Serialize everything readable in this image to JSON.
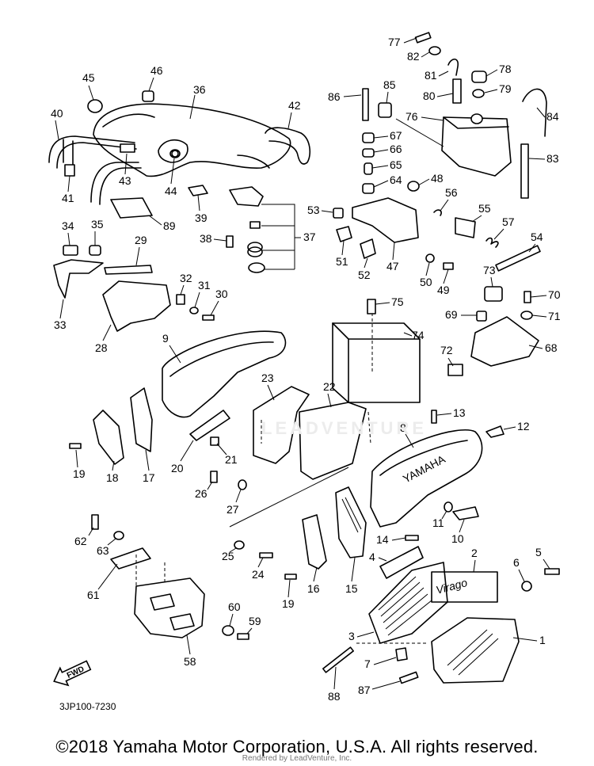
{
  "diagram": {
    "code": "3JP100-7230",
    "watermark": "LEADVENTURE",
    "fwd_label": "FWD",
    "callouts": [
      "1",
      "2",
      "3",
      "4",
      "5",
      "6",
      "7",
      "8",
      "9",
      "10",
      "11",
      "12",
      "13",
      "14",
      "15",
      "16",
      "17",
      "18",
      "19",
      "20",
      "21",
      "22",
      "23",
      "24",
      "25",
      "26",
      "27",
      "28",
      "29",
      "30",
      "31",
      "32",
      "33",
      "34",
      "35",
      "36",
      "37",
      "38",
      "39",
      "40",
      "41",
      "42",
      "43",
      "44",
      "45",
      "46",
      "47",
      "48",
      "49",
      "50",
      "51",
      "52",
      "53",
      "54",
      "55",
      "56",
      "57",
      "58",
      "59",
      "60",
      "61",
      "62",
      "63",
      "64",
      "65",
      "66",
      "67",
      "68",
      "69",
      "70",
      "71",
      "72",
      "73",
      "74",
      "75",
      "76",
      "77",
      "78",
      "79",
      "80",
      "81",
      "82",
      "83",
      "84",
      "85",
      "86",
      "87",
      "88",
      "89"
    ],
    "badge_text": "Virago"
  },
  "footer": {
    "copyright": "©2018 Yamaha Motor Corporation, U.S.A. All rights reserved.",
    "rendered_by": "Rendered by LeadVenture, Inc."
  }
}
